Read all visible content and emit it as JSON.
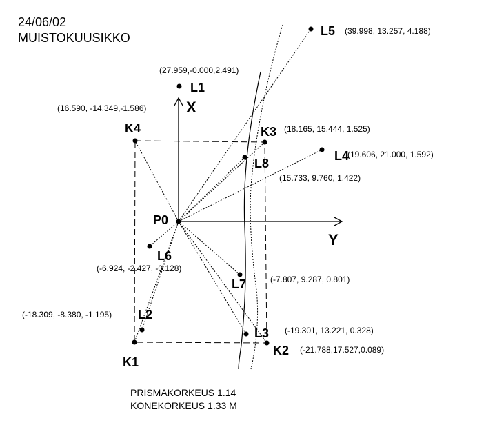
{
  "header": {
    "date": "24/06/02",
    "title": "MUISTOKUUSIKKO"
  },
  "axes": {
    "x_label": "X",
    "y_label": "Y"
  },
  "points": [
    {
      "id": "P0",
      "label": "P0",
      "coords": ""
    },
    {
      "id": "L1",
      "label": "L1",
      "coords": "(27.959,-0.000,2.491)"
    },
    {
      "id": "L2",
      "label": "L2",
      "coords": "(-18.309, -8.380, -1.195)"
    },
    {
      "id": "L3",
      "label": "L3",
      "coords": "(-19.301, 13.221, 0.328)"
    },
    {
      "id": "L4",
      "label": "L4",
      "coords": "(19.606, 21.000, 1.592)"
    },
    {
      "id": "L5",
      "label": "L5",
      "coords": "(39.998, 13.257, 4.188)"
    },
    {
      "id": "L6",
      "label": "L6",
      "coords": "(-6.924, -2.427, -0.128)"
    },
    {
      "id": "L7",
      "label": "L7",
      "coords": "(-7.807, 9.287, 0.801)"
    },
    {
      "id": "L8",
      "label": "L8",
      "coords": "(15.733, 9.760, 1.422)"
    },
    {
      "id": "K1",
      "label": "K1",
      "coords": ""
    },
    {
      "id": "K2",
      "label": "K2",
      "coords": "(-21.788,17.527,0.089)"
    },
    {
      "id": "K3",
      "label": "K3",
      "coords": "(18.165, 15.444, 1.525)"
    },
    {
      "id": "K4",
      "label": "K4",
      "coords": "(16.590, -14.349,-1.586)"
    }
  ],
  "footer": {
    "line1": "PRISMAKORKEUS 1.14",
    "line2": "KONEKORKEUS 1.33 M"
  }
}
